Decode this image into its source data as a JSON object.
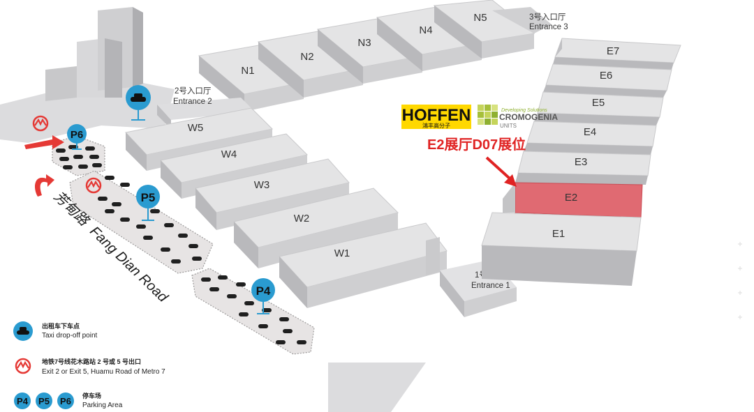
{
  "halls": {
    "N1": "N1",
    "N2": "N2",
    "N3": "N3",
    "N4": "N4",
    "N5": "N5",
    "W1": "W1",
    "W2": "W2",
    "W3": "W3",
    "W4": "W4",
    "W5": "W5",
    "E1": "E1",
    "E2": "E2",
    "E3": "E3",
    "E4": "E4",
    "E5": "E5",
    "E6": "E6",
    "E7": "E7"
  },
  "entrances": {
    "entrance1_cn": "1号入口厅",
    "entrance1_en": "Entrance 1",
    "entrance2_cn": "2号入口厅",
    "entrance2_en": "Entrance 2",
    "entrance3_cn": "3号入口厅",
    "entrance3_en": "Entrance 3"
  },
  "parking": {
    "p4": "P4",
    "p5": "P5",
    "p6": "P6"
  },
  "road": {
    "name_cn": "芳甸路",
    "name_en": "Fang Dian Road"
  },
  "booth": {
    "label": "E2展厅D07展位",
    "highlight_color": "#e06a72"
  },
  "logos": {
    "hoffen": "HOFFEN",
    "hoffen_cn": "鴻丰高分子",
    "cromogenia": "CROMOGENIA",
    "cromogenia_sub": "UNITS",
    "cromogenia_tagline": "Developing Solutions"
  },
  "legend": {
    "taxi_cn": "出租车下车点",
    "taxi_en": "Taxi drop-off point",
    "metro_cn": "地铁7号线花木路站 2 号或 5 号出口",
    "metro_en": "Exit 2 or Exit 5, Huamu Road of Metro 7",
    "parking_cn": "停车场",
    "parking_en": "Parking Area",
    "p4": "P4",
    "p5": "P5",
    "p6": "P6"
  },
  "colors": {
    "accent_blue": "#2a9bd0",
    "metro_red": "#e53935",
    "booth_red": "#e02323"
  }
}
